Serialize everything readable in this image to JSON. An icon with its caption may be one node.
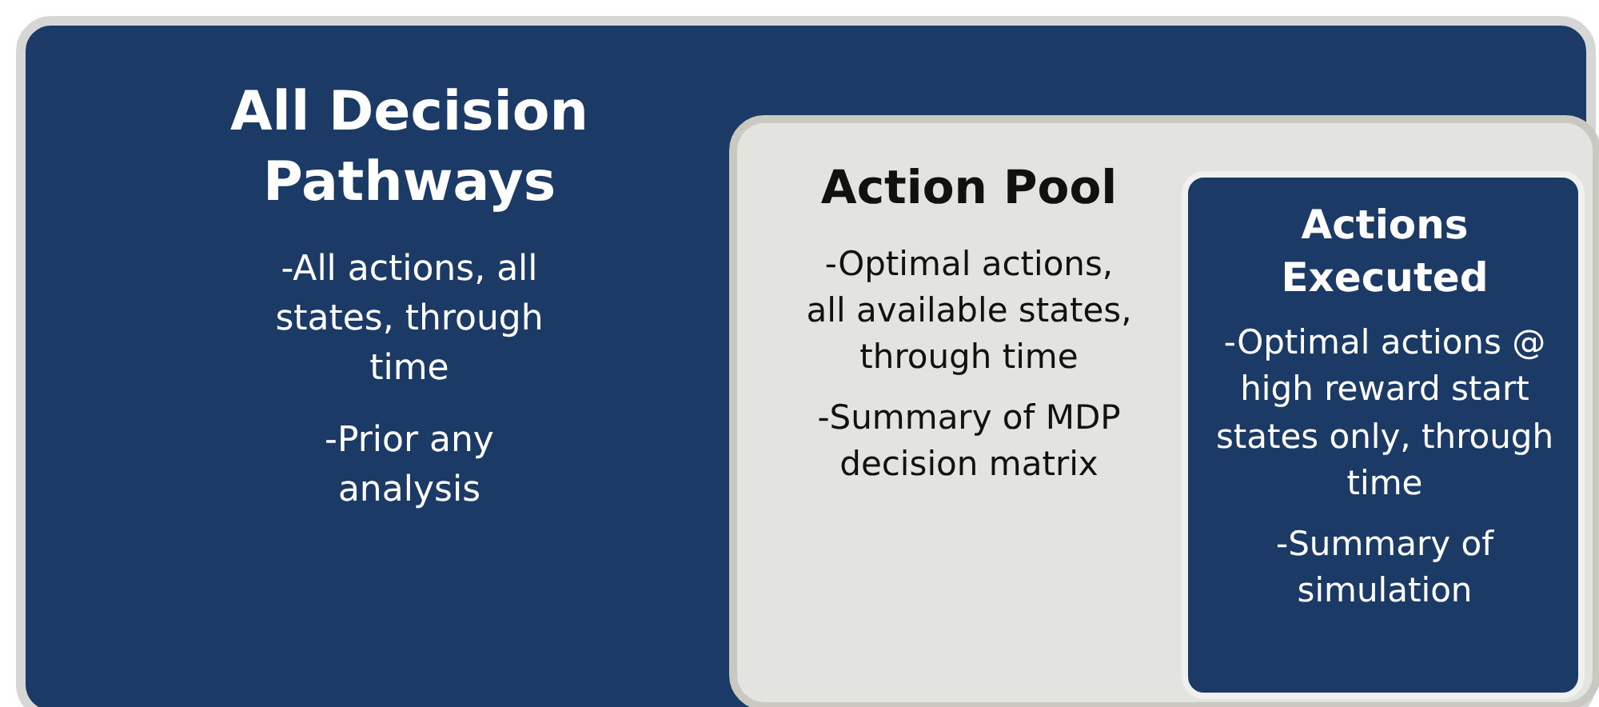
{
  "diagram": {
    "nodes": [
      {
        "text": [
          "All Decision Pathways",
          "-All actions, all states, through time",
          "-Prior any analysis"
        ]
      },
      {
        "text": [
          "Action Pool",
          "-Optimal actions, all available states, through time",
          "-Summary of MDP decision matrix"
        ],
        "in": 0
      },
      {
        "text": [
          "Actions Executed",
          "-Optimal actions @ high reward start states only, through time",
          "-Summary of simulation"
        ],
        "in": 1
      }
    ]
  }
}
